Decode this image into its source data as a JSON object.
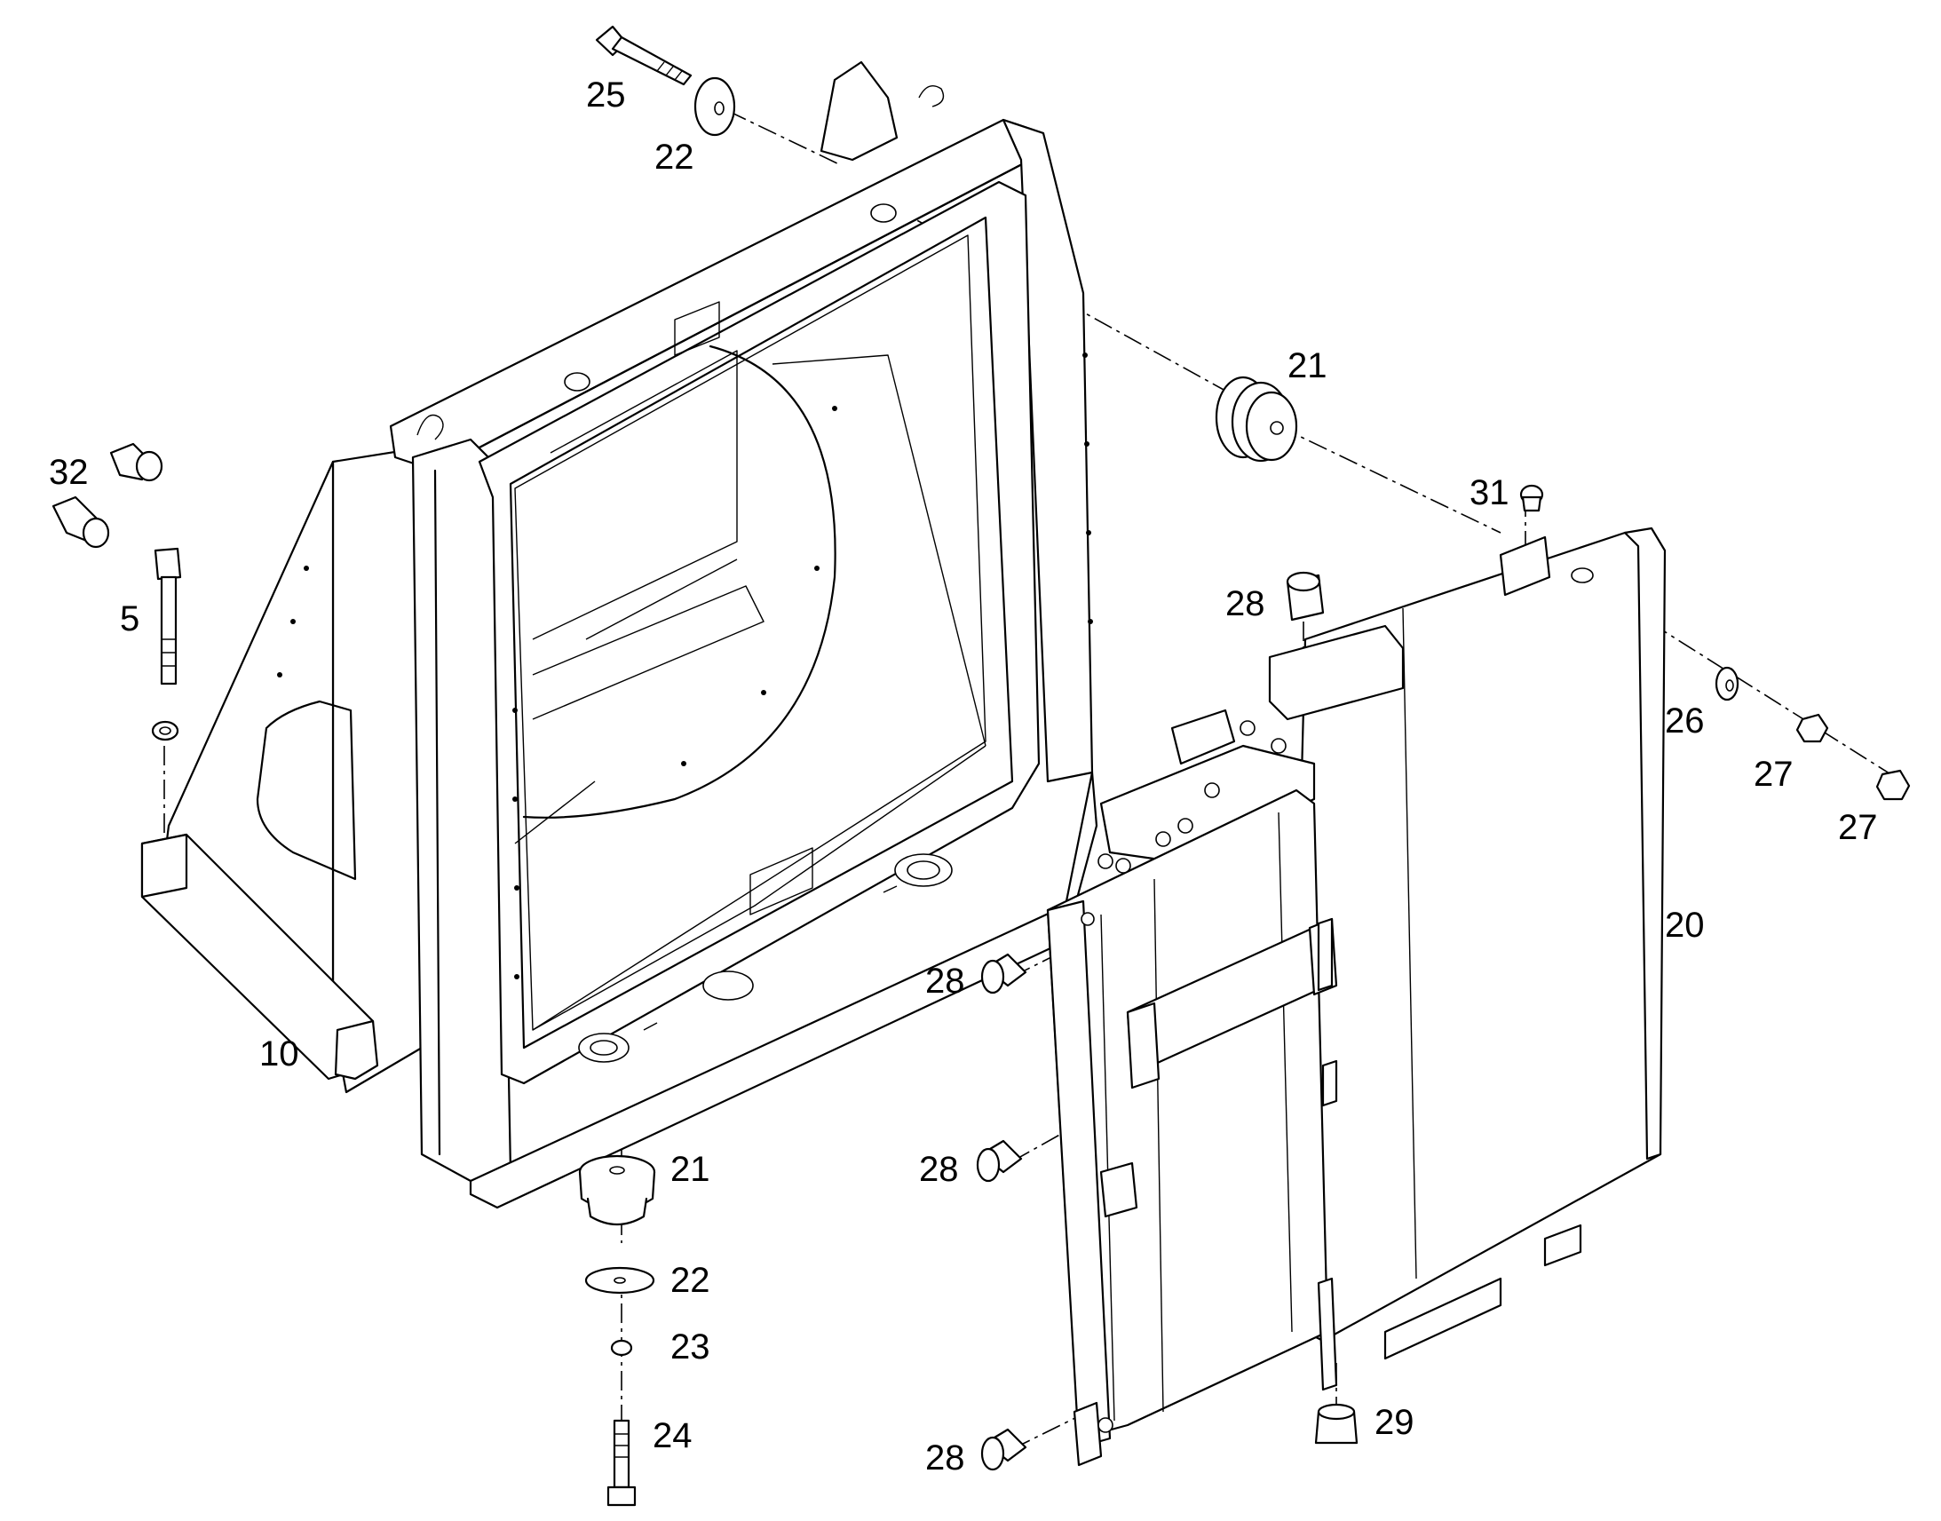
{
  "callouts": {
    "c25": "25",
    "c22_top": "22",
    "c21_top": "21",
    "c32": "32",
    "c5": "5",
    "c31": "31",
    "c28_top": "28",
    "c26": "26",
    "c27_a": "27",
    "c27_b": "27",
    "c20": "20",
    "c28_mid1": "28",
    "c10": "10",
    "c28_mid2": "28",
    "c21_bot": "21",
    "c22_bot": "22",
    "c23": "23",
    "c24": "24",
    "c29": "29",
    "c28_bot": "28"
  }
}
